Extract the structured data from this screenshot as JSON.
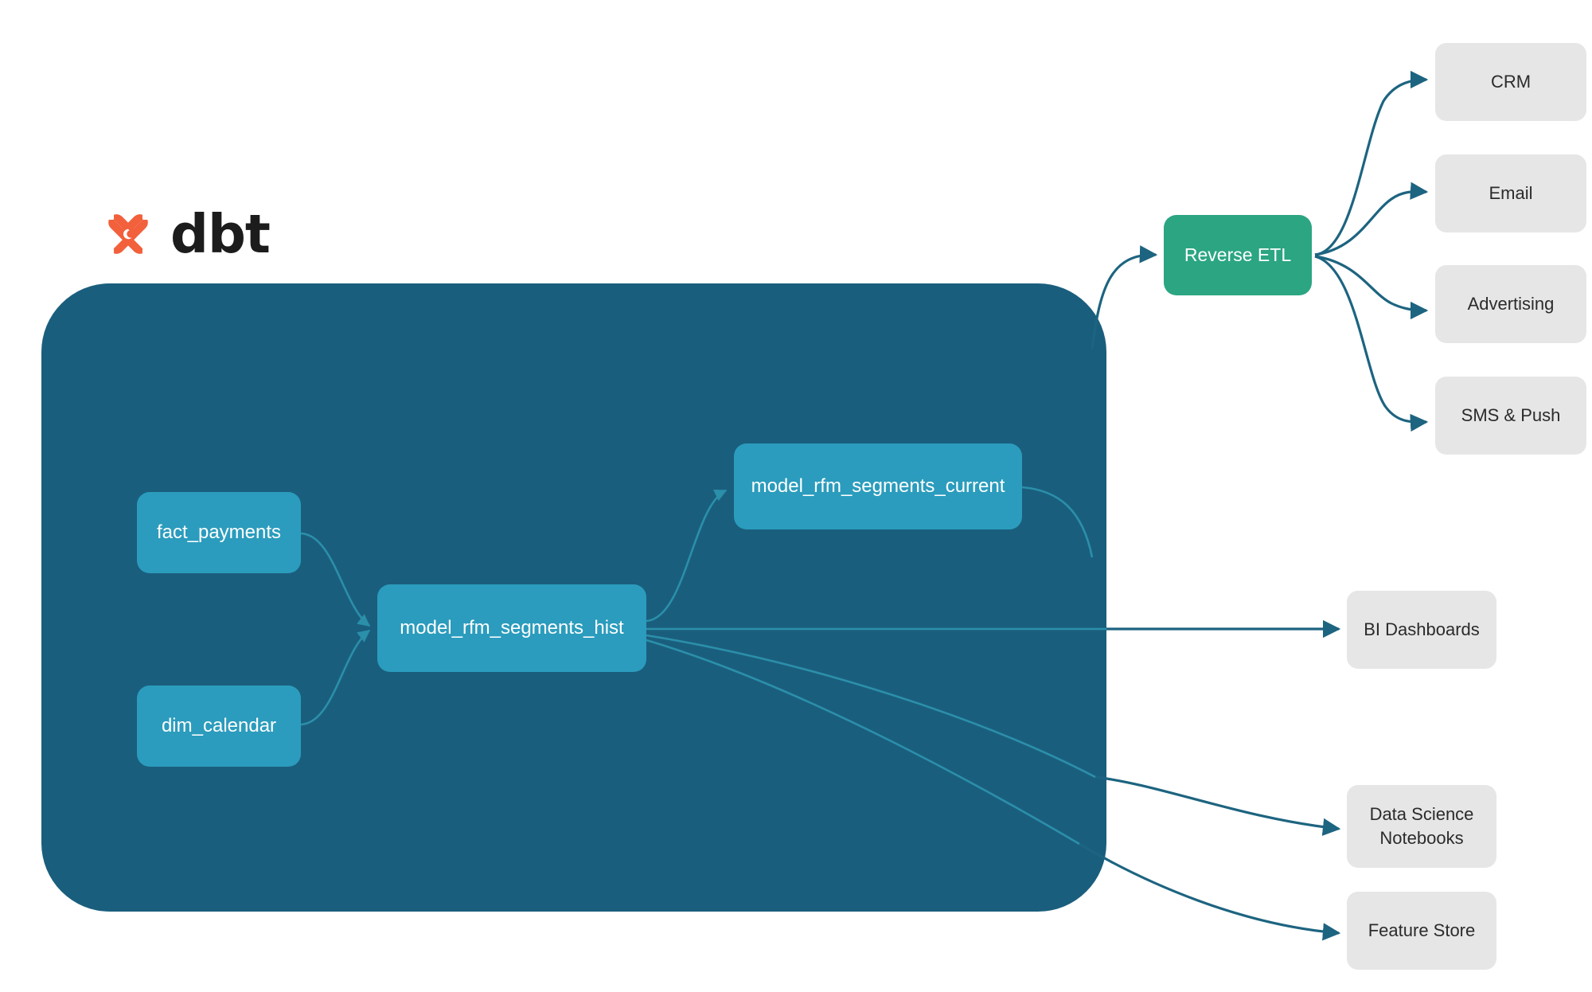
{
  "brand": {
    "logo_icon": "dbt-logo-icon",
    "wordmark": "dbt",
    "logo_color": "#f2603c",
    "wordmark_color": "#1c1c1c"
  },
  "colors": {
    "container_bg": "#1a5e7d",
    "model_node": "#2b9cbd",
    "reverse_etl": "#2ba582",
    "destination": "#e6e6e6",
    "edge_external": "#1d6480",
    "edge_internal": "#2b8faa",
    "page_bg": "#ffffff"
  },
  "container": {
    "name": "dbt-project-container"
  },
  "models": [
    {
      "id": "fact_payments",
      "label": "fact_payments"
    },
    {
      "id": "dim_calendar",
      "label": "dim_calendar"
    },
    {
      "id": "model_rfm_segments_hist",
      "label": "model_rfm_segments_hist"
    },
    {
      "id": "model_rfm_segments_current",
      "label": "model_rfm_segments_current"
    }
  ],
  "activation": {
    "reverse_etl": "Reverse ETL"
  },
  "destinations": [
    {
      "id": "crm",
      "label": "CRM"
    },
    {
      "id": "email",
      "label": "Email"
    },
    {
      "id": "advertising",
      "label": "Advertising"
    },
    {
      "id": "sms_push",
      "label": "SMS & Push"
    },
    {
      "id": "bi",
      "label": "BI Dashboards"
    },
    {
      "id": "data_science_line1",
      "label": "Data Science"
    },
    {
      "id": "data_science_line2",
      "label": "Notebooks"
    },
    {
      "id": "feature_store",
      "label": "Feature Store"
    }
  ],
  "edges": [
    {
      "from": "fact_payments",
      "to": "model_rfm_segments_hist"
    },
    {
      "from": "dim_calendar",
      "to": "model_rfm_segments_hist"
    },
    {
      "from": "model_rfm_segments_hist",
      "to": "model_rfm_segments_current"
    },
    {
      "from": "model_rfm_segments_current",
      "to": "Reverse ETL"
    },
    {
      "from": "model_rfm_segments_hist",
      "to": "BI Dashboards"
    },
    {
      "from": "model_rfm_segments_hist",
      "to": "Data Science Notebooks"
    },
    {
      "from": "model_rfm_segments_hist",
      "to": "Feature Store"
    },
    {
      "from": "Reverse ETL",
      "to": "CRM"
    },
    {
      "from": "Reverse ETL",
      "to": "Email"
    },
    {
      "from": "Reverse ETL",
      "to": "Advertising"
    },
    {
      "from": "Reverse ETL",
      "to": "SMS & Push"
    }
  ]
}
